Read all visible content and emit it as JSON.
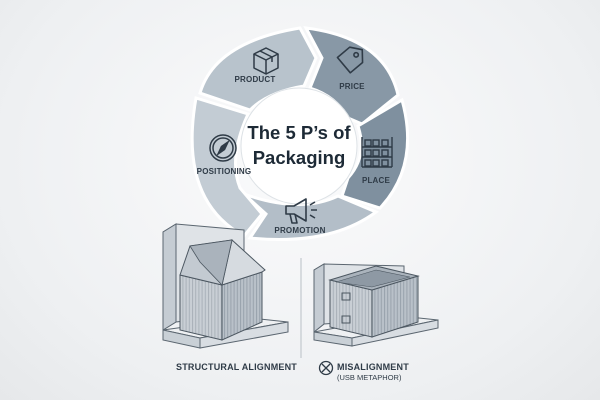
{
  "cycle": {
    "center_title_line1": "The 5 P’s of",
    "center_title_line2": "Packaging",
    "segments": [
      {
        "label": "PRODUCT",
        "icon": "box-icon"
      },
      {
        "label": "PRICE",
        "icon": "price-tag-icon"
      },
      {
        "label": "PLACE",
        "icon": "shelf-icon"
      },
      {
        "label": "PROMOTION",
        "icon": "megaphone-icon"
      },
      {
        "label": "POSITIONING",
        "icon": "compass-icon"
      }
    ],
    "colors": {
      "light": "#b6c1ca",
      "dark": "#8696a4",
      "outline": "#ffffff",
      "center": "#ffffff"
    }
  },
  "illustrations": {
    "left_caption": "STRUCTURAL ALIGNMENT",
    "right_caption_line1": "MISALIGNMENT",
    "right_caption_line2": "(USB METAPHOR)",
    "right_icon": "x-circle-icon"
  }
}
